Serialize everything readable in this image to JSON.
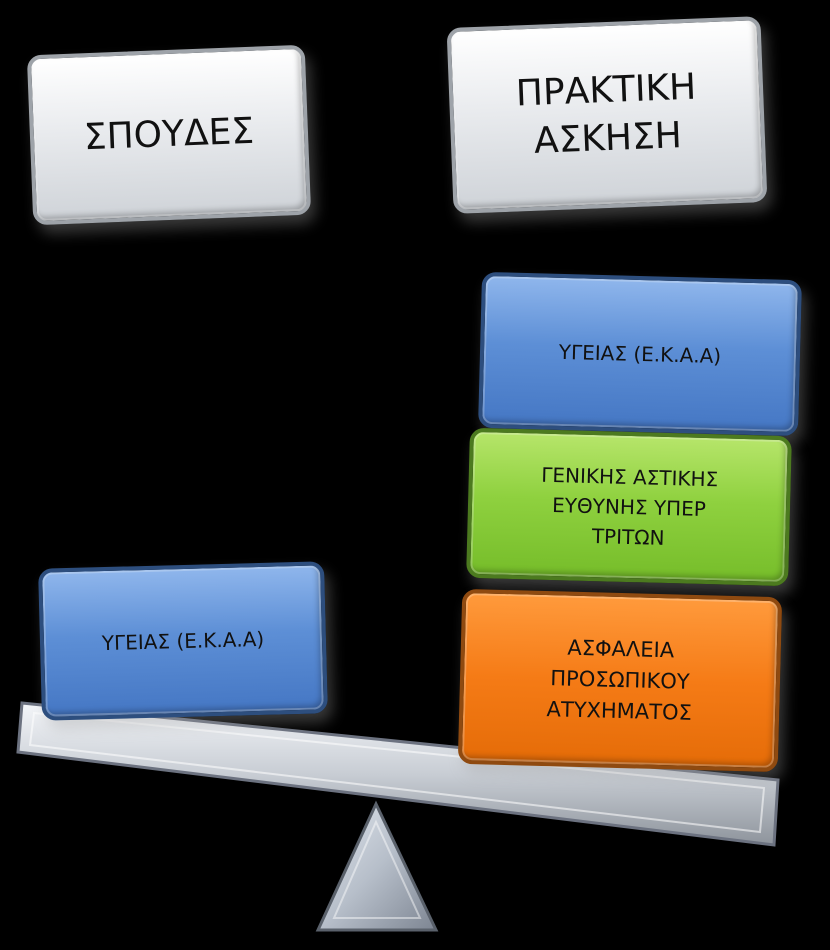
{
  "left_column": {
    "header": "ΣΠΟΥΔΕΣ",
    "items": [
      {
        "label": "ΥΓΕΙΑΣ (Ε.Κ.Α.Α)",
        "color": "#5d8fd6"
      }
    ]
  },
  "right_column": {
    "header": "ΠΡΑΚΤΙΚΗ\nΑΣΚΗΣΗ",
    "items": [
      {
        "label": "ΥΓΕΙΑΣ (Ε.Κ.Α.Α)",
        "color": "#5d8fd6"
      },
      {
        "label": "ΓΕΝΙΚΗΣ ΑΣΤΙΚΗΣ\nΕΥΘΥΝΗΣ ΥΠΕΡ\nΤΡΙΤΩΝ",
        "color": "#8fd13f"
      },
      {
        "label": "ΑΣΦΑΛΕΙΑ\nΠΡΟΣΩΠΙΚΟΥ\nΑΤΥΧΗΜΑΤΟΣ",
        "color": "#f57b16"
      }
    ]
  },
  "scale": {
    "beam_color": "#c8cdd4",
    "fulcrum_color": "#b7bfca"
  }
}
